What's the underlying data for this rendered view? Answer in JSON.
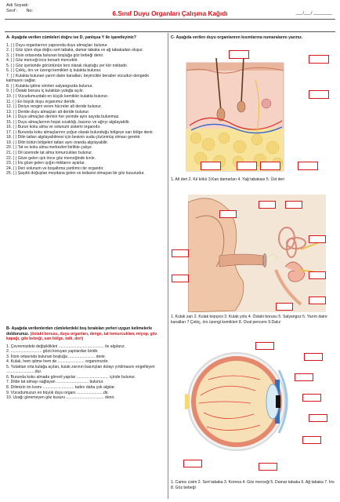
{
  "header": {
    "name_label": "Adı Soyadı:",
    "class_label": "Sınıf :",
    "no_label": "No:",
    "title": "6.Sınıf Duyu Organları Çalışma Kağıdı",
    "date_blank": "___/___/ ________"
  },
  "colors": {
    "title": "#d4161e",
    "box_border": "#d4161e",
    "text": "#1a1a1a"
  },
  "section_a": {
    "title": "A- Aşağıda verilen cümleleri doğru ise D, yanlışsa Y ile işaretleyiniz?",
    "items": [
      "1. (   ) Duyu organlarının yapısında duyu almaçları bulunur.",
      "2. (   ) Göz içten dışa doğru sert tabaka, damar tabaka ve ağ tabakadan oluşur.",
      "3. (   ) İrisin ortasında bulunan boşluğa göz bebeği denir.",
      "4. (   ) Göz merceği ince kenarlı mercektir.",
      "5. (   ) Göz içerisinde görüntünün ters olarak oluştuğu yer kör noktadır.",
      "6. (   ) Çekiç, örs ve üzengi kemikleri iç kulakta bulunur.",
      "7. (   ) Kulakta bulunan yarım daire kanalları, beyincikle beraber vücudun dengede kalmasını sağlar.",
      "8. (   ) Kulakta işitme sinirleri salyangozda bulunur.",
      "9. (   ) Östaki borusu iç kulaktan yutağa açılır.",
      "10. (   ) Vücudumuzdaki en küçük kemikler kulakta bulunur.",
      "11. (   ) En büyük duyu organımız deridir.",
      "12. (   ) Deriye rengini veren hücreler alt deride bulunur.",
      "13. (   ) Deride duyu almaçları alt deride bulunur.",
      "14. (   ) Duyu almaçları derinin her yerinde aynı sayıda bulunmaz.",
      "15. (   ) Duyu almaçlarının hepsi sıcaklığı, basıncı ve ağrıyı algılayabilir.",
      "16. (   ) Burun koku alma ve solunum sistemi organıdır.",
      "17. (   ) Burunda koku almaçlarının yoğun olarak bulunduğu bölgeye sarı bölge denir.",
      "18. (   ) Dilin tatları algılayabilmesi için besinin suda çözünmüş olması gerekir.",
      "19. (   ) Dilin bütün bölgeleri tatları aynı oranda algılayabilir.",
      "20. (   ) Tat ve koku alma merkezleri birlikte çalışır.",
      "21. (   ) Dil üzerinde tat alma tomurcukları bulunur.",
      "22. (   ) Göze gelen ışık önce göz merceğinde kırılır.",
      "23. (   ) İris göze gelen ışığın miktarını ayarlar.",
      "24. (   ) Deri solunum ve boşaltıma yardımcı bir organdır.",
      "25. (   ) Şaşılık doğuştan meydana gelen ve tedavisi olmayan bir göz kusurudur."
    ]
  },
  "section_b": {
    "title_black": "B- Aşağıda verilenlerden cümlelerdeki boş bırakılan yerleri uygun kelimelerle doldurunuz.",
    "title_red": "(östaki borusu, duyu organları, denge, tat tomurcukları, miyop, göz kapağı, göz bebeği, sarı bölge, tatlı, deri)",
    "items": [
      "1. Çevremizdeki değişiklikleri ......................................... ile algılarız.",
      "2. ............................ gözü koruyan yapılardan biridir.",
      "3. İrisin ortasında bulunan boşluğa ........................ denir.",
      "4. Kulak, hem işitme hem de ........................ organımızdır.",
      "5. Yutaktan orta kulağa açılan, kulak zarının basınçtan dolayı yırtılmasını engelleyen ..........................dur.",
      "6. Burunda koku almada görevli yapılar ............................. içinde bulunur.",
      "7. Dilde tat almayı sağlayan ............................. bulunur.",
      "8. Dilimizin ön kısmı ............................ tadını daha çok algılar.",
      "9. Vücudumuzun en büyük duyu organı ........................dir.",
      "10. Uzağı göremeyen göz kusuru .................................. denir."
    ]
  },
  "section_c": {
    "title": "C- Aşağıda verilen duyu organlarının kısımlarına numaralarını yazınız.",
    "skin_caption": "1. Alt deri 2. Kıl kökü 3.Kan damarları 4. Yağ tabakası 5. Üst deri",
    "ear_caption": "1. Kulak zarı 2. Kulak kepçesi 3. Kulak yolu 4. Östaki borusu 5. Salyangoz 6. Yarım daire kanalları 7.Çekiç, örs üzengi kemikleri 8. Oval pencere 9.Dalız",
    "eye_caption": "1. Camsı cisim 2. Sert tabaka 3. Kornea 4. Göz merceği 5. Damar tabaka 6. Ağ tabaka 7. İris 8. Göz bebeği"
  }
}
